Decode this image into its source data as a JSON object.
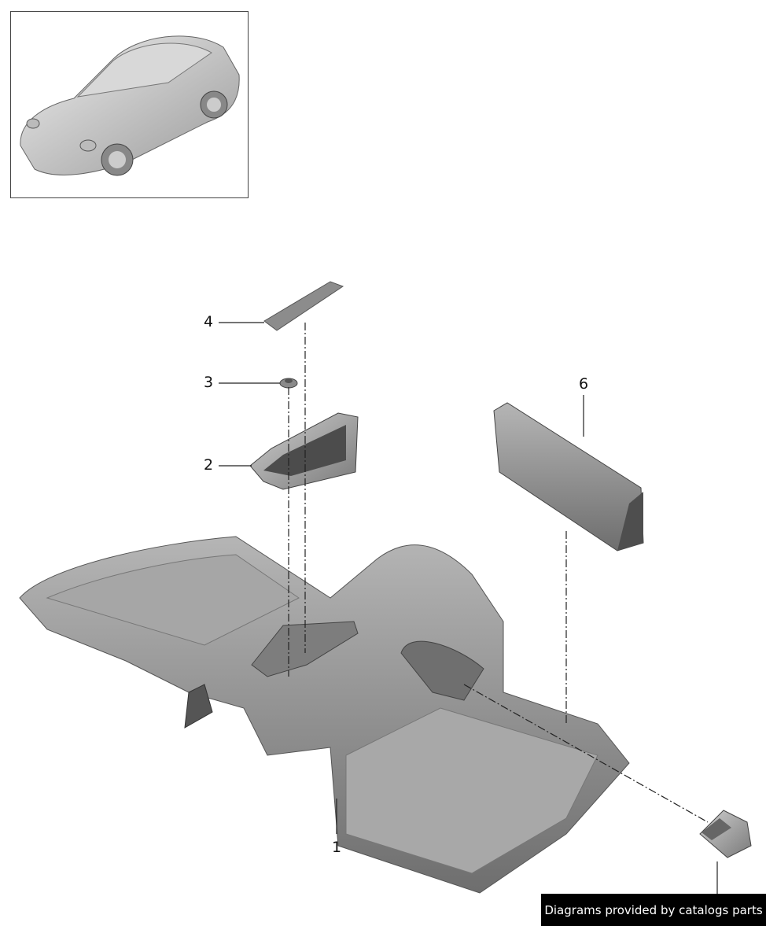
{
  "callouts": [
    {
      "number": "1",
      "part": "seat-cushion"
    },
    {
      "number": "2",
      "part": "tray-insert"
    },
    {
      "number": "3",
      "part": "clip"
    },
    {
      "number": "4",
      "part": "mat"
    },
    {
      "number": "6",
      "part": "backrest-panel"
    }
  ],
  "credit": "Diagrams provided by catalogs parts",
  "colors": {
    "part_fill": "#8f8f8f",
    "part_light": "#c8c8c8",
    "line": "#222222",
    "credit_bg": "#000000"
  }
}
